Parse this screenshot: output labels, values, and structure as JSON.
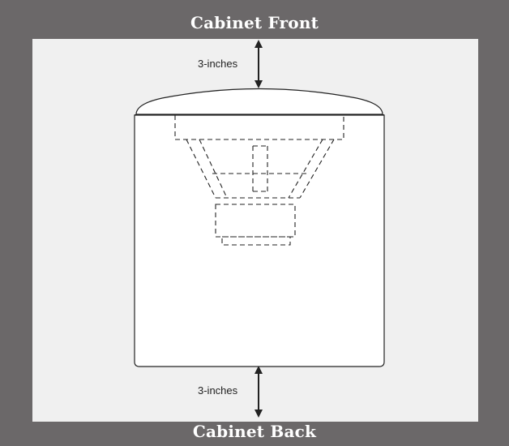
{
  "labels": {
    "front": "Cabinet Front",
    "back": "Cabinet Back",
    "top_gap": "3-inches",
    "bottom_gap": "3-inches"
  },
  "colors": {
    "frame": "#6b6869",
    "interior": "#f0f0f0",
    "line": "#222222"
  }
}
